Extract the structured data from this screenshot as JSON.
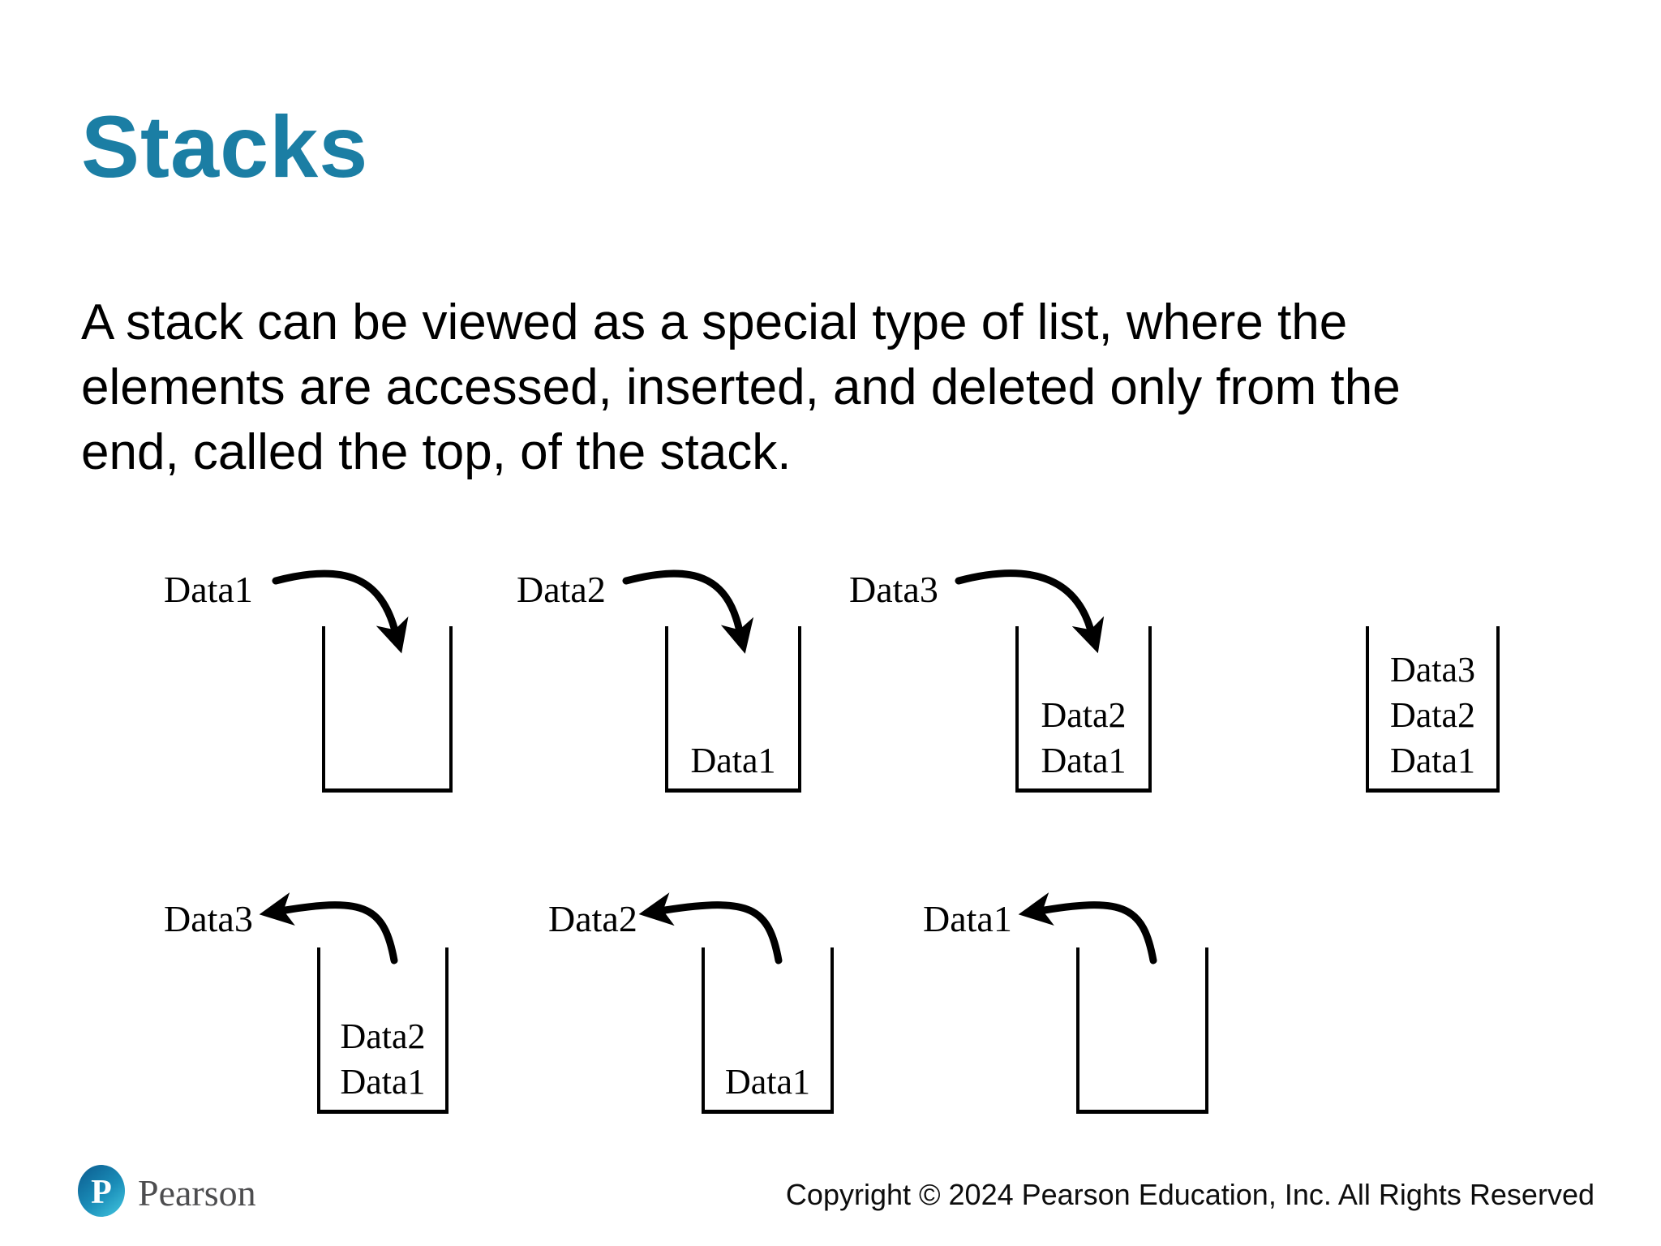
{
  "slide": {
    "title": "Stacks",
    "body_lines": [
      "A stack can be viewed as a special type of list, where the",
      "elements are accessed, inserted, and deleted only from the",
      "end, called the top, of the stack."
    ],
    "colors": {
      "title_teal": "#1b7ea4",
      "text_black": "#000000",
      "brand_gray": "#4d4d4f",
      "logo_blue_dark": "#0e6496",
      "logo_blue_light": "#3fc1dc"
    },
    "footer": {
      "logo_letter": "P",
      "brand": "Pearson",
      "copyright": "Copyright © 2024 Pearson Education, Inc. All Rights Reserved"
    }
  },
  "diagram": {
    "push_row": {
      "steps": [
        {
          "label": "Data1",
          "arrow": "into-stack",
          "stack": []
        },
        {
          "label": "Data2",
          "arrow": "into-stack",
          "stack": [
            "Data1"
          ]
        },
        {
          "label": "Data3",
          "arrow": "into-stack",
          "stack": [
            "Data2",
            "Data1"
          ]
        },
        {
          "label": "",
          "arrow": "none",
          "stack": [
            "Data3",
            "Data2",
            "Data1"
          ]
        }
      ]
    },
    "pop_row": {
      "steps": [
        {
          "label": "Data3",
          "arrow": "out-of-stack",
          "stack": [
            "Data2",
            "Data1"
          ]
        },
        {
          "label": "Data2",
          "arrow": "out-of-stack",
          "stack": [
            "Data1"
          ]
        },
        {
          "label": "Data1",
          "arrow": "out-of-stack",
          "stack": []
        }
      ]
    }
  }
}
